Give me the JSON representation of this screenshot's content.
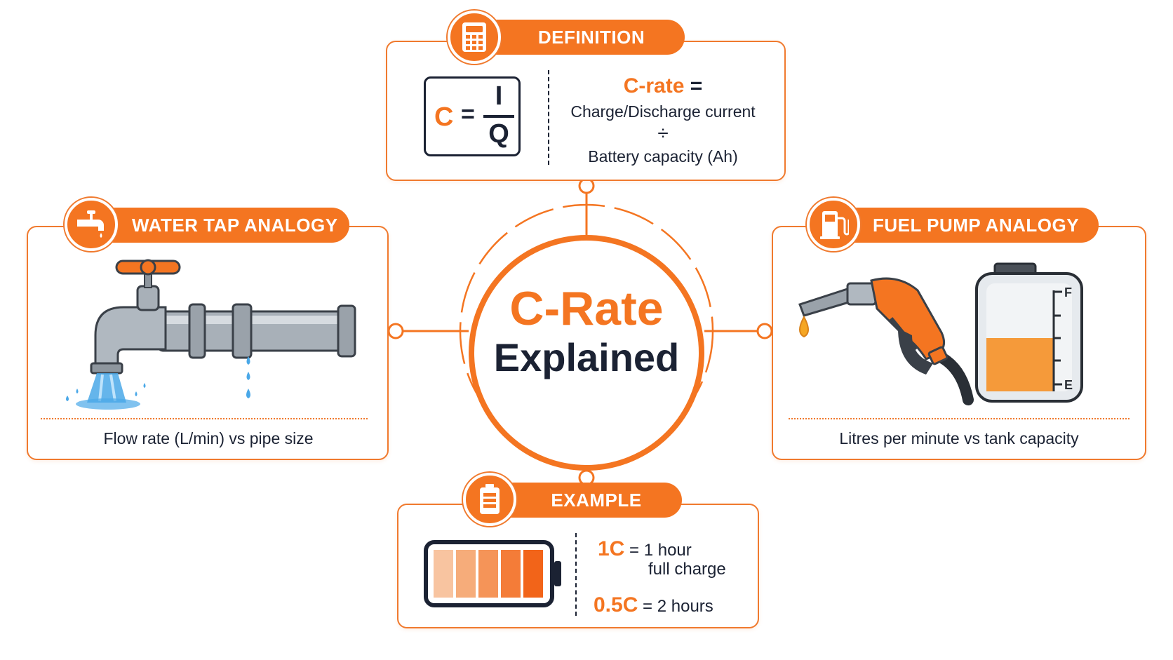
{
  "center": {
    "title": "C-Rate",
    "subtitle": "Explained"
  },
  "definition": {
    "heading": "DEFINITION",
    "icon": "calculator-icon",
    "formula": {
      "lhs": "C",
      "eq": "=",
      "numerator": "I",
      "denominator": "Q"
    },
    "term": "C-rate",
    "term_eq": "=",
    "line1": "Charge/Discharge current",
    "divide": "÷",
    "line2": "Battery capacity (Ah)"
  },
  "water_tap": {
    "heading": "WATER TAP ANALOGY",
    "icon": "faucet-icon",
    "caption": "Flow rate (L/min) vs pipe size"
  },
  "fuel_pump": {
    "heading": "FUEL PUMP ANALOGY",
    "icon": "fuel-pump-icon",
    "caption": "Litres per minute vs tank capacity",
    "gauge_full": "F",
    "gauge_empty": "E"
  },
  "example": {
    "heading": "EXAMPLE",
    "icon": "battery-icon",
    "rate1": "1C",
    "eq1": "=",
    "time1": "1 hour",
    "desc1": "full charge",
    "rate2": "0.5C",
    "eq2": "=",
    "time2": "2 hours"
  },
  "colors": {
    "accent": "#f47521",
    "dark": "#1b2233",
    "water": "#4aa8e8"
  }
}
